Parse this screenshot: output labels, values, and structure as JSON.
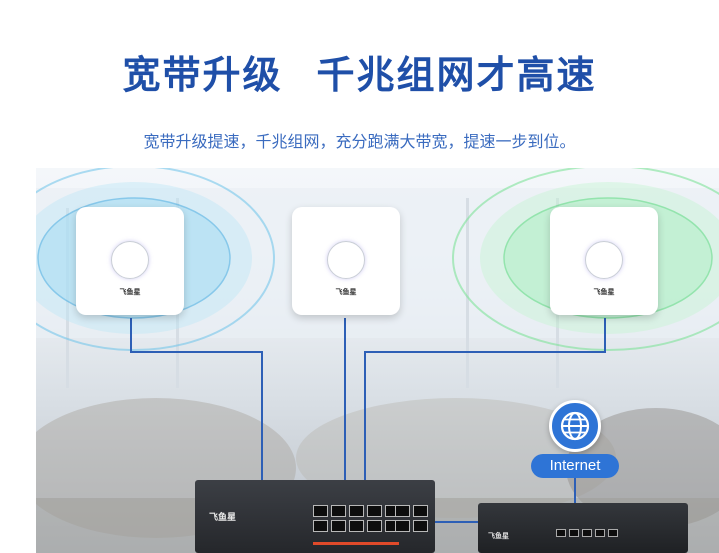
{
  "header": {
    "title_left": "宽带升级",
    "title_right": "千兆组网才高速",
    "subtitle": "宽带升级提速，千兆组网，充分跑满大带宽，提速一步到位。"
  },
  "devices": {
    "ap_brand": "飞鱼星",
    "switch_brand": "飞鱼星",
    "router_brand": "飞鱼星",
    "internet_label": "Internet"
  },
  "colors": {
    "title": "#1f4fa8",
    "subtitle": "#3a6bbf",
    "signal_blue": "#3aa6e0",
    "signal_green": "#3fd46a",
    "cable": "#2d5fb6",
    "internet_badge": "#2e74d6"
  },
  "icons": {
    "globe": "globe-icon"
  }
}
